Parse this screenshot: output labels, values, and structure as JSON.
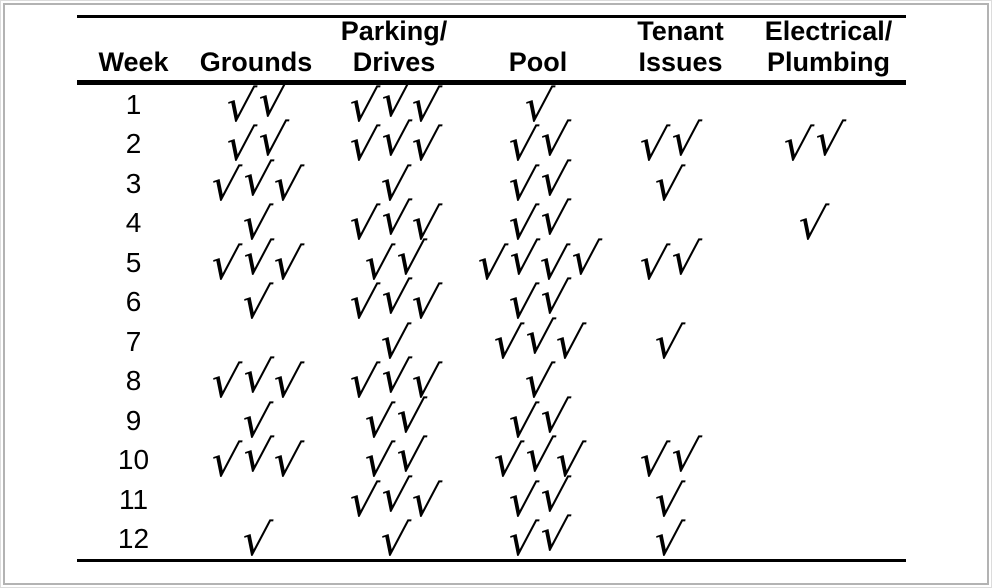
{
  "colors": {
    "background": "#ffffff",
    "text": "#000000",
    "table_rules": "#000000",
    "frame_border": "#b3b3b3",
    "outer_edge": "#dcdcdc"
  },
  "table": {
    "check_symbol": "√",
    "headers": [
      {
        "id": "week",
        "lines": [
          "Week"
        ]
      },
      {
        "id": "grounds",
        "lines": [
          "Grounds"
        ]
      },
      {
        "id": "parking-drives",
        "lines": [
          "Parking/",
          "Drives"
        ]
      },
      {
        "id": "pool",
        "lines": [
          "Pool"
        ]
      },
      {
        "id": "tenant-issues",
        "lines": [
          "Tenant",
          "Issues"
        ]
      },
      {
        "id": "electrical-plumbing",
        "lines": [
          "Electrical/",
          "Plumbing"
        ]
      }
    ],
    "rows": [
      {
        "week": "1",
        "checks": [
          2,
          3,
          1,
          0,
          0
        ]
      },
      {
        "week": "2",
        "checks": [
          2,
          3,
          2,
          2,
          2
        ]
      },
      {
        "week": "3",
        "checks": [
          3,
          1,
          2,
          1,
          0
        ]
      },
      {
        "week": "4",
        "checks": [
          1,
          3,
          2,
          0,
          1
        ]
      },
      {
        "week": "5",
        "checks": [
          3,
          2,
          4,
          2,
          0
        ]
      },
      {
        "week": "6",
        "checks": [
          1,
          3,
          2,
          0,
          0
        ]
      },
      {
        "week": "7",
        "checks": [
          0,
          1,
          3,
          1,
          0
        ]
      },
      {
        "week": "8",
        "checks": [
          3,
          3,
          1,
          0,
          0
        ]
      },
      {
        "week": "9",
        "checks": [
          1,
          2,
          2,
          0,
          0
        ]
      },
      {
        "week": "10",
        "checks": [
          3,
          2,
          3,
          2,
          0
        ]
      },
      {
        "week": "11",
        "checks": [
          0,
          3,
          2,
          1,
          0
        ]
      },
      {
        "week": "12",
        "checks": [
          1,
          1,
          2,
          1,
          0
        ]
      }
    ]
  },
  "chart_data": {
    "type": "table",
    "columns": [
      "Week",
      "Grounds",
      "Parking/Drives",
      "Pool",
      "Tenant Issues",
      "Electrical/Plumbing"
    ],
    "rows": [
      [
        1,
        2,
        3,
        1,
        0,
        0
      ],
      [
        2,
        2,
        3,
        2,
        2,
        2
      ],
      [
        3,
        3,
        1,
        2,
        1,
        0
      ],
      [
        4,
        1,
        3,
        2,
        0,
        1
      ],
      [
        5,
        3,
        2,
        4,
        2,
        0
      ],
      [
        6,
        1,
        3,
        2,
        0,
        0
      ],
      [
        7,
        0,
        1,
        3,
        1,
        0
      ],
      [
        8,
        3,
        3,
        1,
        0,
        0
      ],
      [
        9,
        1,
        2,
        2,
        0,
        0
      ],
      [
        10,
        3,
        2,
        3,
        2,
        0
      ],
      [
        11,
        0,
        3,
        2,
        1,
        0
      ],
      [
        12,
        1,
        1,
        2,
        1,
        0
      ]
    ],
    "cell_format": "tally counts rendered as √ check marks",
    "grid": "horizontal rules only: thin top rule, thick rule under header, thin bottom rule"
  }
}
